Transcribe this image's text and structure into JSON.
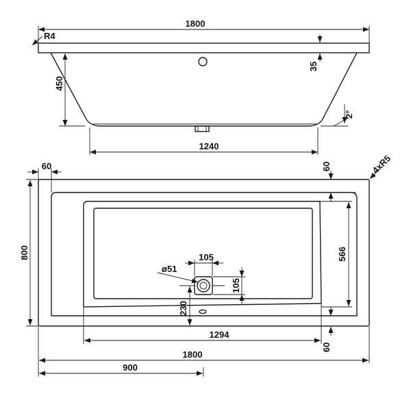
{
  "colors": {
    "line": "#1a1a1a",
    "background": "#ffffff"
  },
  "side_view": {
    "overall_length": "1800",
    "edge_radius": "R4",
    "rim_thickness": "35",
    "depth": "450",
    "slope": "2°",
    "bottom_length": "1240"
  },
  "top_view": {
    "corner_radius": "4xR5",
    "rim_left": "60",
    "rim_top": "60",
    "rim_bottom": "60",
    "width": "800",
    "inner_width": "566",
    "drain_diameter": "ø51",
    "drain_width": "105",
    "drain_height": "105",
    "drain_offset": "230",
    "inner_length": "1294",
    "overall_length": "1800",
    "half_length": "900"
  }
}
